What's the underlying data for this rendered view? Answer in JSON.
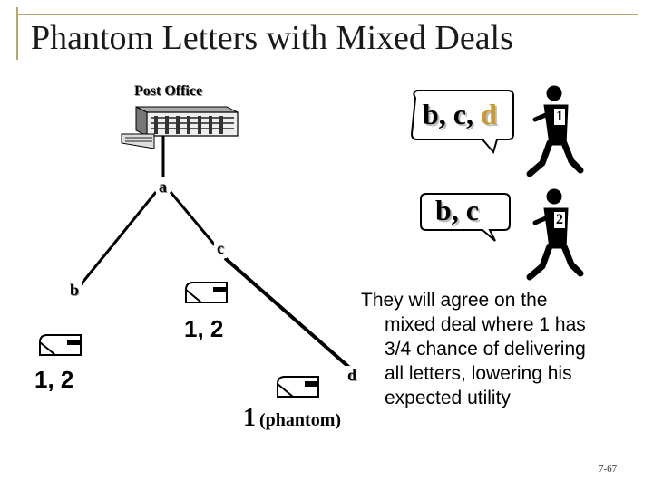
{
  "slide": {
    "title": "Phantom Letters with Mixed Deals",
    "post_office_label": "Post Office",
    "page_number": "7-67"
  },
  "nodes": {
    "a": "a",
    "b": "b",
    "c": "c",
    "d": "d"
  },
  "allocations": {
    "b_side": "1, 2",
    "c_side": "1, 2",
    "d_side_number": "1",
    "d_side_tag": "(phantom)"
  },
  "agents": [
    {
      "id": "1",
      "bubble_prefix": "b, c, ",
      "bubble_highlight": "d"
    },
    {
      "id": "2",
      "bubble_prefix": "b, c",
      "bubble_highlight": ""
    }
  ],
  "note_lines": [
    "They will agree on the",
    "mixed deal where 1 has",
    "3/4 chance of delivering",
    "all letters, lowering his",
    "expected utility"
  ],
  "colors": {
    "frame": "#b9a66a",
    "highlight": "#c99a2e"
  }
}
